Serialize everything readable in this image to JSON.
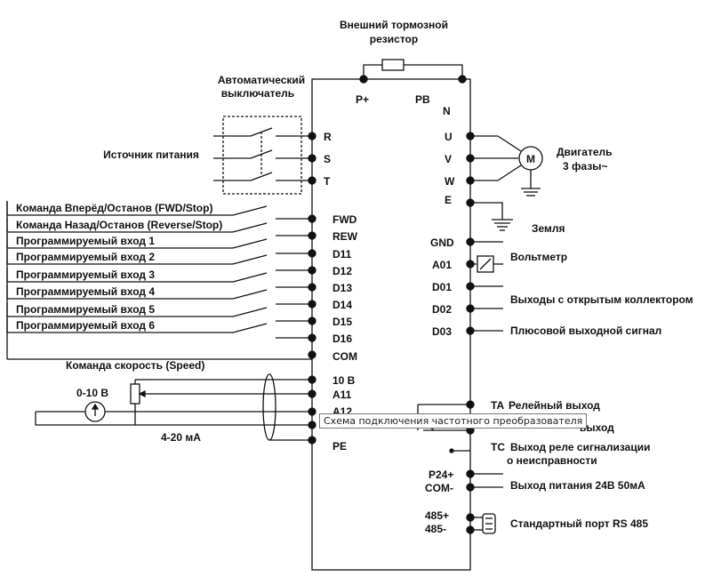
{
  "brake_resistor": {
    "line1": "Внешний тормозной",
    "line2": "резистор"
  },
  "breaker": {
    "line1": "Автоматический",
    "line2": "выключатель"
  },
  "power_source": "Источник питания",
  "terminals_top": {
    "p_plus": "P+",
    "pb": "PB",
    "n": "N"
  },
  "input_phases": [
    "R",
    "S",
    "T"
  ],
  "output_phases": [
    "U",
    "V",
    "W",
    "E"
  ],
  "motor": {
    "symbol": "M",
    "line1": "Двигатель",
    "line2": "3 фазы~"
  },
  "ground_label": "Земля",
  "commands": [
    "Команда Вперёд/Останов (FWD/Stop)",
    "Команда Назад/Останов (Reverse/Stop)",
    "Программируемый вход 1",
    "Программируемый вход 2",
    "Программируемый вход 3",
    "Программируемый вход 4",
    "Программируемый вход 5",
    "Программируемый вход 6"
  ],
  "input_terminals": [
    "FWD",
    "REW",
    "D11",
    "D12",
    "D13",
    "D14",
    "D15",
    "D16",
    "COM"
  ],
  "speed": {
    "title": "Команда скорость (Speed)",
    "voltage": "0-10 В",
    "current": "4-20 мА"
  },
  "analog_terminals": {
    "ref": "10 В",
    "ai1": "A11",
    "ai2": "A12",
    "pe": "PE"
  },
  "output_terminals": {
    "gnd": "GND",
    "a01": "A01",
    "d01": "D01",
    "d02": "D02",
    "d03": "D03"
  },
  "output_labels": {
    "voltmeter": "Вольтметр",
    "open_collector": "Выходы с открытым коллектором",
    "plus_signal": "Плюсовой выходной сигнал"
  },
  "relay": {
    "ta": "TA",
    "ta_label": "Релейный выход",
    "tb_label": "выход",
    "tc": "TC",
    "tc_line1": "Выход реле сигнализации",
    "tc_line2": "о неисправности"
  },
  "power_out": {
    "p24": "P24+",
    "com": "COM-",
    "label": "Выход питания 24В 50мА"
  },
  "rs485": {
    "plus": "485+",
    "minus": "485-",
    "label": "Стандартный порт RS 485"
  },
  "tooltip": "Схема подключения частотного преобразователя"
}
